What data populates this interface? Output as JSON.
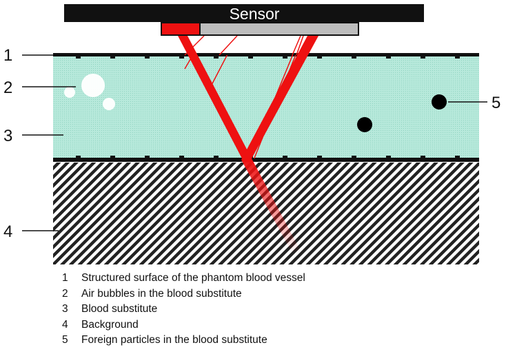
{
  "sensor": {
    "label": "Sensor"
  },
  "callouts": [
    "1",
    "2",
    "3",
    "4",
    "5"
  ],
  "legend": [
    {
      "number": "1",
      "text": "Structured surface of the phantom blood vessel"
    },
    {
      "number": "2",
      "text": "Air bubbles in the blood substitute"
    },
    {
      "number": "3",
      "text": "Blood substitute"
    },
    {
      "number": "4",
      "text": "Background"
    },
    {
      "number": "5",
      "text": "Foreign particles in the blood substitute"
    }
  ],
  "colors": {
    "vessel_fluid": "#a9e4d4",
    "laser": "#ee1111",
    "sensor_body": "#111111",
    "detector": "#bdbdbd",
    "hatch": "#222222"
  }
}
